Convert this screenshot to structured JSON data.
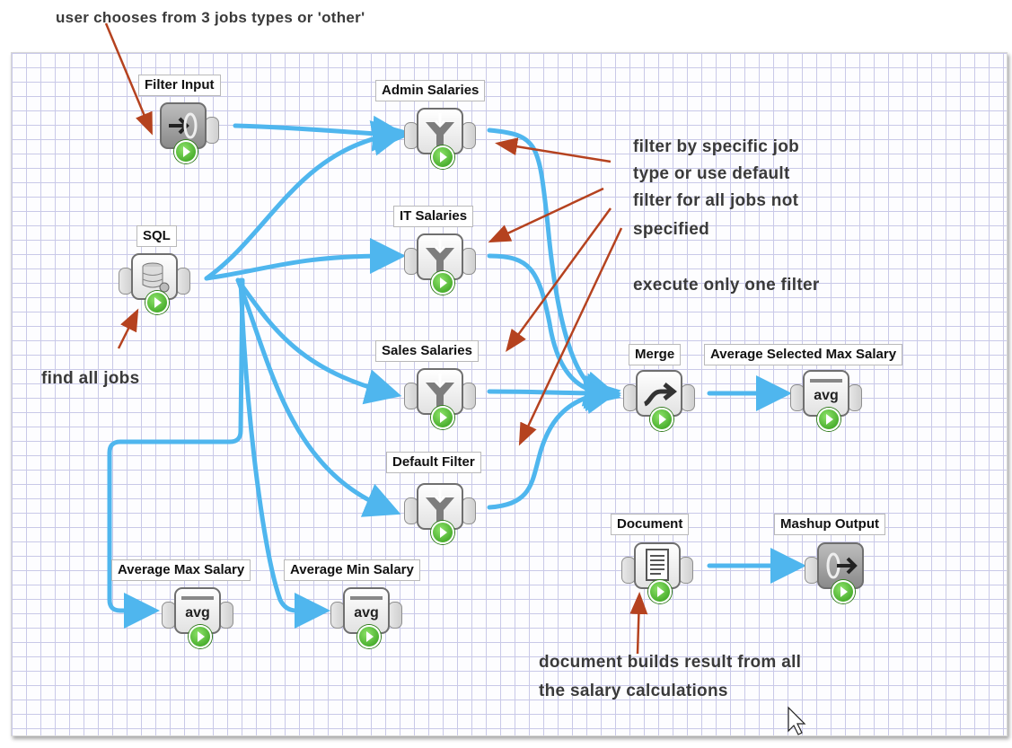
{
  "annotations": {
    "top": "user chooses from 3 jobs types or 'other'",
    "find_jobs": "find all jobs",
    "filter_line1": "filter by specific job",
    "filter_line2": "type or use default",
    "filter_line3": "filter for all jobs not",
    "filter_line4": "specified",
    "execute_one": "execute only one filter",
    "document_line1": "document builds result from all",
    "document_line2": "the salary calculations"
  },
  "nodes": {
    "filter_input": "Filter Input",
    "sql": "SQL",
    "admin_salaries": "Admin Salaries",
    "it_salaries": "IT Salaries",
    "sales_salaries": "Sales Salaries",
    "default_filter": "Default Filter",
    "merge": "Merge",
    "avg_selected": "Average Selected Max Salary",
    "document": "Document",
    "mashup_output": "Mashup Output",
    "avg_max": "Average Max Salary",
    "avg_min": "Average Min Salary"
  },
  "avg_icon_text": "avg",
  "colors": {
    "connector": "#4fb6ee",
    "annotation_arrow": "#b5421f",
    "grid": "#c9c9e8",
    "run_button": "#3aa51f"
  }
}
